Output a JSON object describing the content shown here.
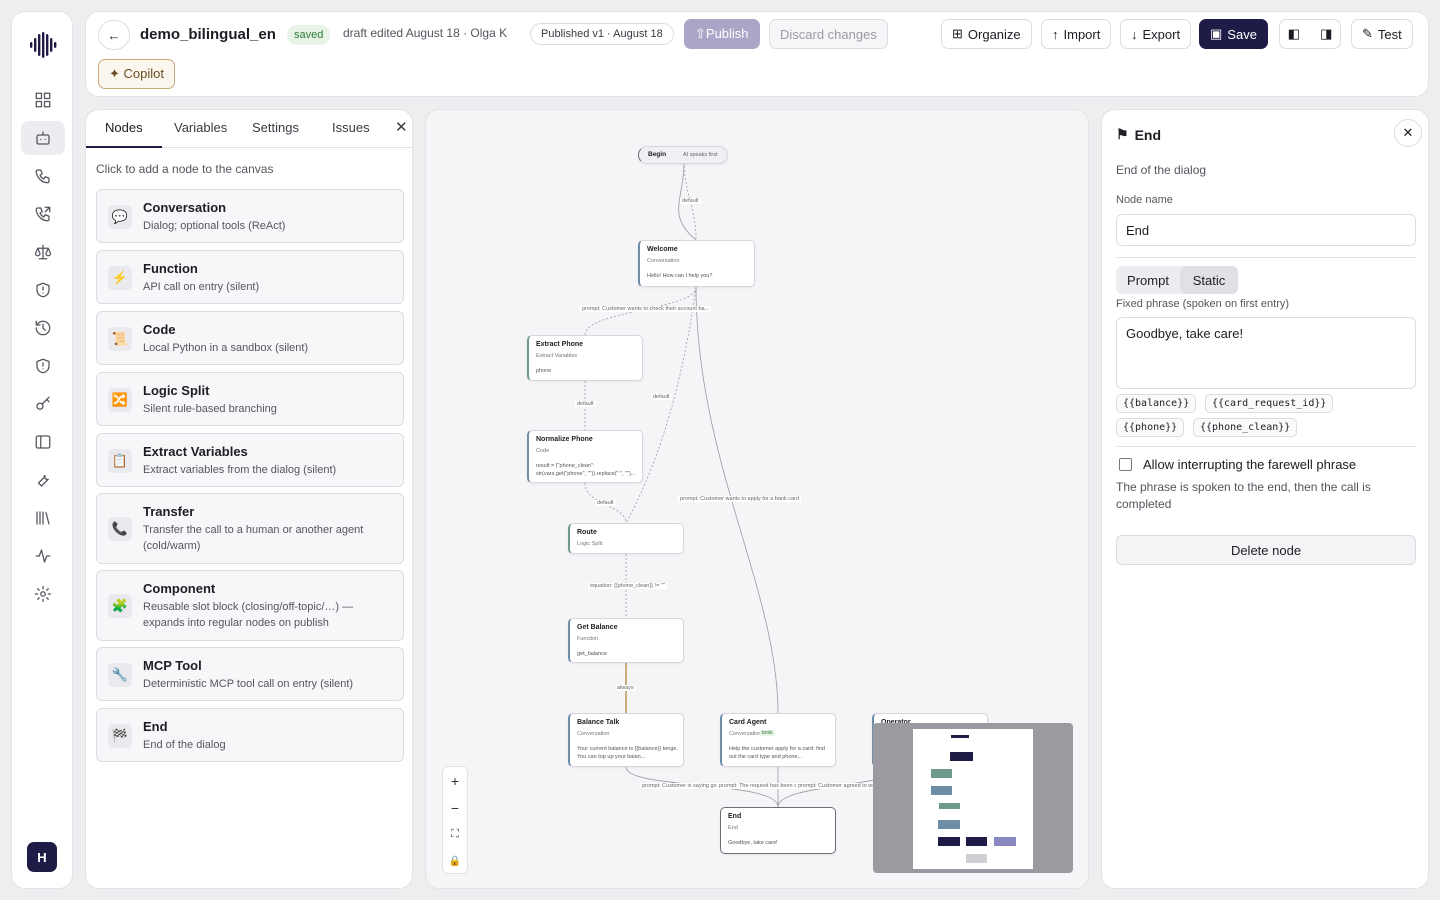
{
  "sidebar": {
    "avatar": "H",
    "icons": [
      "dashboard-icon",
      "bot-icon",
      "phone-icon",
      "phone-outgoing-icon",
      "scale-icon",
      "shield-icon",
      "history-icon",
      "shield-check-icon",
      "key-icon",
      "panel-icon",
      "wrench-icon",
      "library-icon",
      "activity-icon",
      "gear-icon"
    ]
  },
  "header": {
    "back": "←",
    "title": "demo_bilingual_en",
    "status": "saved",
    "edited": "draft edited August 18 · Olga K",
    "published": "Published v1 · August 18",
    "publish": "⇧Publish",
    "discard": "Discard changes",
    "organize": "Organize",
    "import": "Import",
    "export": "Export",
    "save": "Save",
    "test": "Test",
    "copilot": "✦ Copilot"
  },
  "left": {
    "tabs": [
      "Nodes",
      "Variables",
      "Settings",
      "Issues"
    ],
    "hint": "Click to add a node to the canvas",
    "nodes": [
      {
        "title": "Conversation",
        "desc": "Dialog; optional tools (ReAct)",
        "icon": "💬"
      },
      {
        "title": "Function",
        "desc": "API call on entry (silent)",
        "icon": "⚡"
      },
      {
        "title": "Code",
        "desc": "Local Python in a sandbox (silent)",
        "icon": "📜"
      },
      {
        "title": "Logic Split",
        "desc": "Silent rule-based branching",
        "icon": "🔀"
      },
      {
        "title": "Extract Variables",
        "desc": "Extract variables from the dialog (silent)",
        "icon": "📋"
      },
      {
        "title": "Transfer",
        "desc": "Transfer the call to a human or another agent (cold/warm)",
        "icon": "📞"
      },
      {
        "title": "Component",
        "desc": "Reusable slot block (closing/off-topic/…) — expands into regular nodes on publish",
        "icon": "🧩"
      },
      {
        "title": "MCP Tool",
        "desc": "Deterministic MCP tool call on entry (silent)",
        "icon": "🔧"
      },
      {
        "title": "End",
        "desc": "End of the dialog",
        "icon": "🏁"
      }
    ]
  },
  "canvas": {
    "begin": {
      "label": "Begin",
      "sub": "AI speaks first"
    },
    "flow": [
      {
        "title": "Welcome",
        "sub": "Conversation",
        "body": "Hello! How can I help you?"
      },
      {
        "title": "Extract Phone",
        "sub": "Extract Variables",
        "body": "phone"
      },
      {
        "title": "Normalize Phone",
        "sub": "Code",
        "body": "result = {\"phone_clean\": str(vars.get(\"phone\", \"\")).replace(\" \", \"\")..."
      },
      {
        "title": "Route",
        "sub": "Logic Split",
        "body": ""
      },
      {
        "title": "Get Balance",
        "sub": "Function",
        "body": "get_balance"
      },
      {
        "title": "Balance Talk",
        "sub": "Conversation",
        "body": "Your current balance is {{balance}} tenge. You can top up your balan..."
      },
      {
        "title": "Card Agent",
        "sub": "Conversation",
        "body": "Help the customer apply for a card: find out the card type and phone..."
      },
      {
        "title": "Operator",
        "sub": "",
        "body": ""
      },
      {
        "title": "End",
        "sub": "End",
        "body": "Goodbye, take care!"
      }
    ],
    "card_tools": "tools",
    "edges": [
      "default",
      "prompt: Customer wants to check their account ba...",
      "default",
      "default",
      "default",
      "prompt: Customer wants to apply for a bank card",
      "equation: {{phone_clean}} != \"\"",
      "always",
      "prompt: Customer is saying goo",
      "prompt: The request has been su",
      "prompt: Customer agreed to wait"
    ],
    "zoom": [
      "+",
      "−",
      "⛶",
      "🔒"
    ]
  },
  "right": {
    "title": "End",
    "desc": "End of the dialog",
    "node_name_label": "Node name",
    "node_name": "End",
    "mode_tabs": [
      "Prompt",
      "Static"
    ],
    "phrase_label": "Fixed phrase (spoken on first entry)",
    "phrase": "Goodbye, take care!",
    "vars": [
      "{{balance}}",
      "{{card_request_id}}",
      "{{phone}}",
      "{{phone_clean}}"
    ],
    "allow_interrupt": "Allow interrupting the farewell phrase",
    "allow_note": "The phrase is spoken to the end, then the call is completed",
    "delete": "Delete node"
  }
}
